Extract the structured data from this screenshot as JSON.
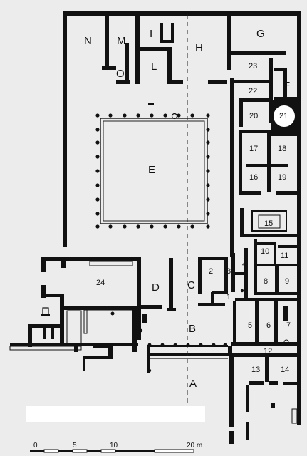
{
  "rooms": {
    "A": "A",
    "B": "B",
    "C": "C",
    "D": "D",
    "E": "E",
    "F": "F",
    "G": "G",
    "H": "H",
    "I": "I",
    "L": "L",
    "M": "M",
    "N": "N",
    "O": "O",
    "r1": "1",
    "r2": "2",
    "r3": "3",
    "r4": "4",
    "r5": "5",
    "r6": "6",
    "r7": "7",
    "r8": "8",
    "r9": "9",
    "r10": "10",
    "r11": "11",
    "r12": "12",
    "r13": "13",
    "r14": "14",
    "r15": "15",
    "r16": "16",
    "r17": "17",
    "r18": "18",
    "r19": "19",
    "r20": "20",
    "r21": "21",
    "r22": "22",
    "r23": "23",
    "r24": "24"
  },
  "scale_bar": {
    "ticks": [
      "0",
      "5",
      "10",
      "20 m"
    ]
  }
}
